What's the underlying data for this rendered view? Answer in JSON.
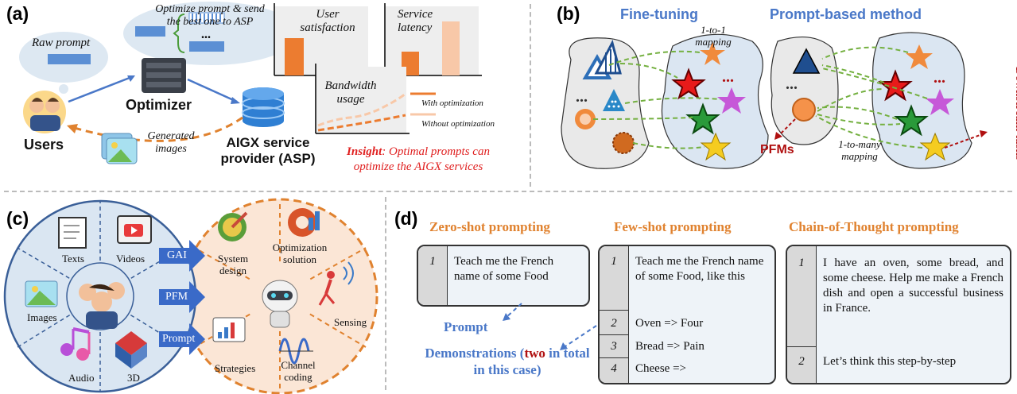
{
  "panels": {
    "a": "(a)",
    "b": "(b)",
    "c": "(c)",
    "d": "(d)"
  },
  "a": {
    "optimize_note": "Optimize prompt & send the best one to ASP",
    "raw_prompt": "Raw prompt",
    "dots": "...",
    "optimizer": "Optimizer",
    "users": "Users",
    "generated_images": "Generated images",
    "asp": "AIGX service provider (ASP)",
    "chart1_label": "User satisfaction",
    "chart2_label": "Service latency",
    "chart3_label": "Bandwidth usage",
    "legend_with": "With optimization",
    "legend_without": "Without optimization",
    "insight_bold": "Insight",
    "insight_rest": ": Optimal prompts can optimize the AIGX services"
  },
  "b": {
    "finetuning": "Fine-tuning",
    "prompt_method": "Prompt-based method",
    "one_to_one": "1-to-1 mapping",
    "one_to_many": "1-to-many mapping",
    "pfms": "PFMs",
    "downstream": "Downstream tasks",
    "dots": "..."
  },
  "c": {
    "texts": "Texts",
    "videos": "Videos",
    "images": "Images",
    "audio": "Audio",
    "three_d": "3D",
    "gai": "GAI",
    "pfm": "PFM",
    "prompt": "Prompt",
    "system_design": "System design",
    "optimization_solution": "Optimization solution",
    "sensing": "Sensing",
    "strategies": "Strategies",
    "channel_coding": "Channel coding"
  },
  "d": {
    "zero_title": "Zero-shot prompting",
    "few_title": "Few-shot prompting",
    "cot_title": "Chain-of-Thought prompting",
    "zero_rows": [
      {
        "n": "1",
        "t": "Teach me the French name of some Food"
      }
    ],
    "few_rows": [
      {
        "n": "1",
        "t": "Teach me the French name of some Food, like this"
      },
      {
        "n": "2",
        "t": "Oven => Four"
      },
      {
        "n": "3",
        "t": "Bread => Pain"
      },
      {
        "n": "4",
        "t": "Cheese =>"
      }
    ],
    "cot_rows": [
      {
        "n": "1",
        "t": "I have an oven, some bread, and some cheese. Help me make a French dish and open a successful business in France."
      },
      {
        "n": "2",
        "t": "Let’s think this step-by-step"
      }
    ],
    "prompt_label": "Prompt",
    "demo_pre": "Demonstrations (",
    "demo_two": "two",
    "demo_post": " in total in this case)"
  }
}
